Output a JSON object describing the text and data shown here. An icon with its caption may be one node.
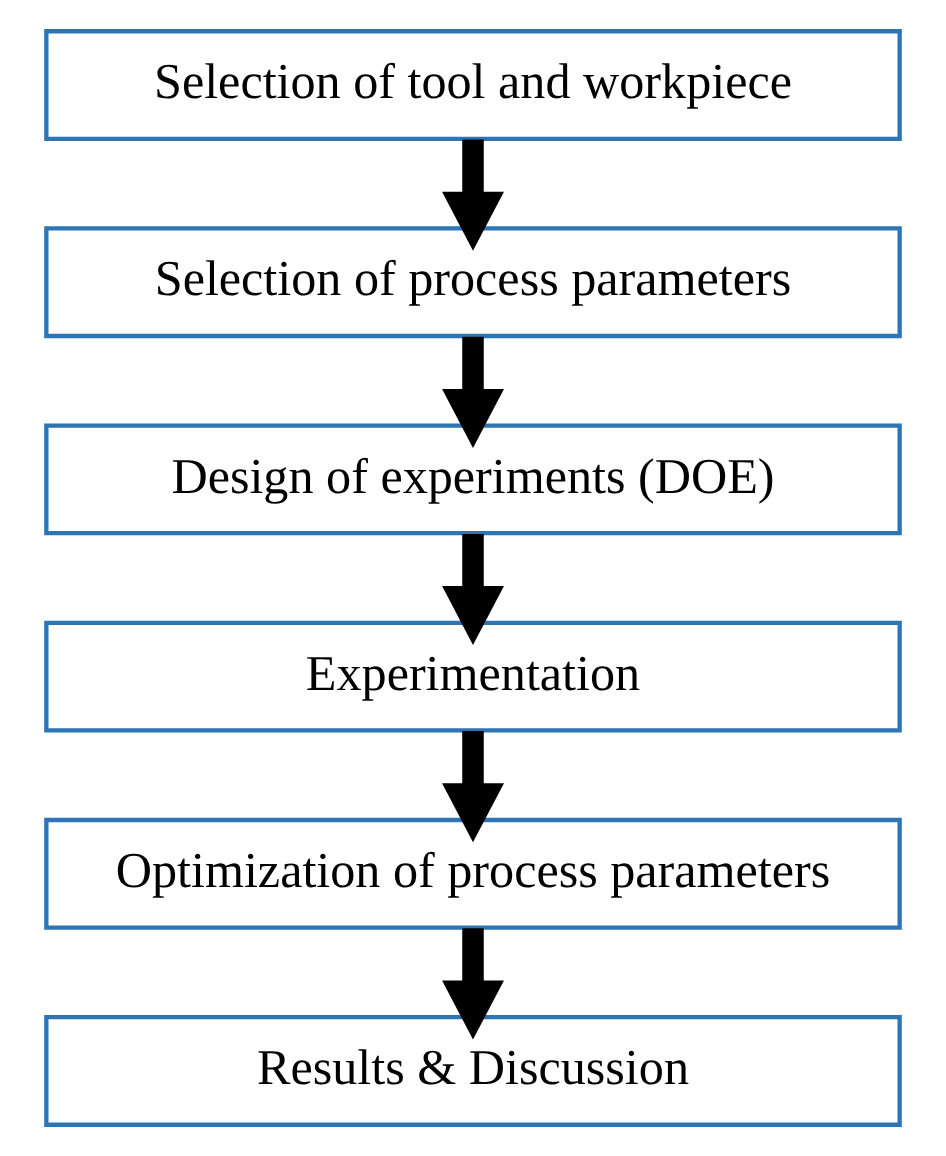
{
  "diagram": {
    "nodes": [
      {
        "text": [
          "Selection of tool and workpiece"
        ]
      },
      {
        "text": [
          "Selection of process parameters"
        ]
      },
      {
        "text": [
          "Design of experiments (DOE)"
        ]
      },
      {
        "text": [
          "Experimentation"
        ]
      },
      {
        "text": [
          "Optimization of process parameters"
        ]
      },
      {
        "text": [
          "Results & Discussion"
        ]
      }
    ],
    "edges": [
      {
        "from": 0,
        "to": 1,
        "arrow": "to"
      },
      {
        "from": 1,
        "to": 2,
        "arrow": "to"
      },
      {
        "from": 2,
        "to": 3,
        "arrow": "to"
      },
      {
        "from": 3,
        "to": 4,
        "arrow": "to"
      },
      {
        "from": 4,
        "to": 5,
        "arrow": "to"
      }
    ]
  }
}
